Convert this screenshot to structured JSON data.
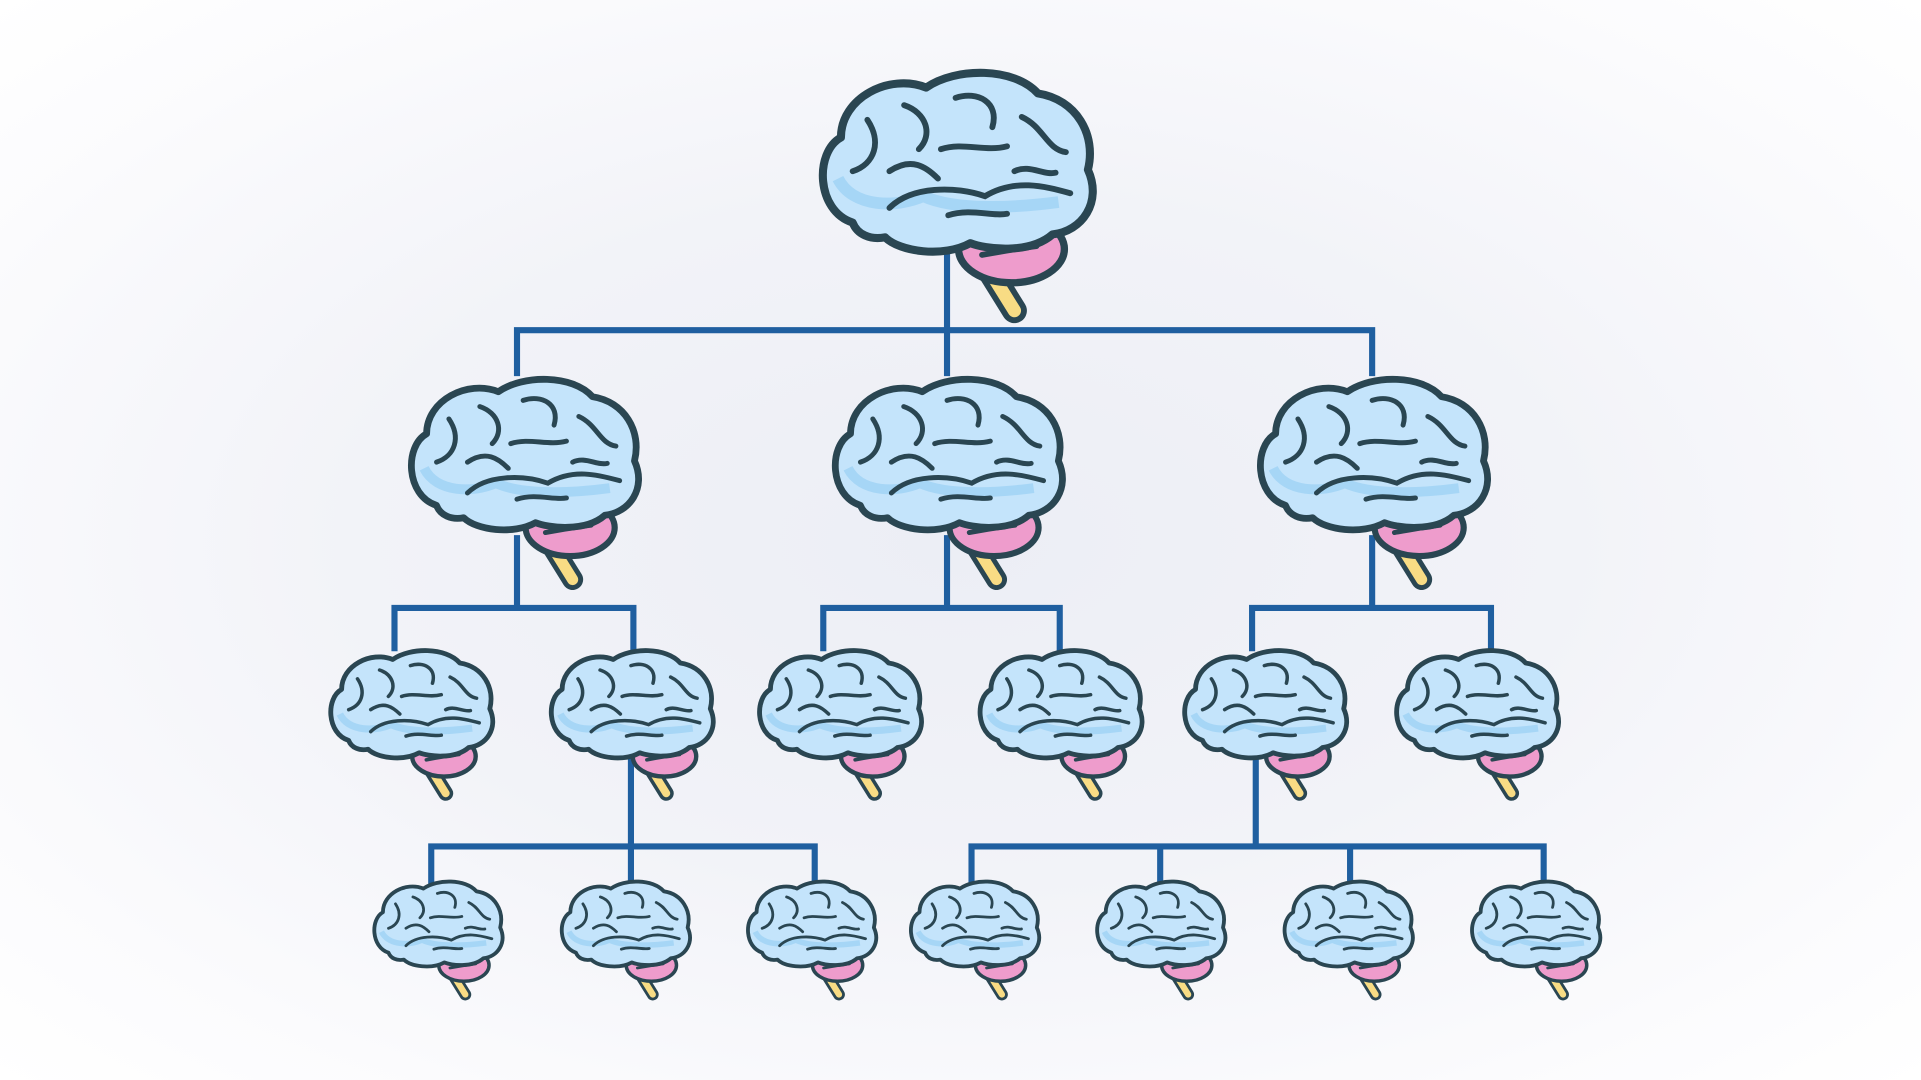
{
  "colors": {
    "background": "#f2f3f8",
    "connector": "#1f5fa0",
    "cerebrum": "#c4e4fb",
    "cerebrum_shade": "#9fd2f5",
    "cerebellum": "#ee9ccc",
    "brainstem": "#f8dc84",
    "outline": "#2a4652"
  },
  "icons": {
    "node": "brain-icon"
  },
  "tree": {
    "levels": [
      1,
      3,
      6,
      7
    ]
  }
}
